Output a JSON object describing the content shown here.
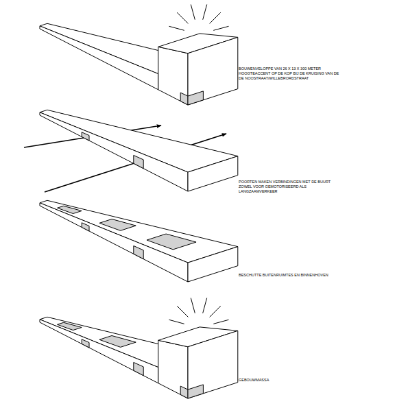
{
  "diagram": {
    "labels": [
      "BOUWENVELOPPE VAN 26 X 13 X 300 METER HOOGTEACCENT OP DE KOP BIJ DE KRUISING VAN DE DE NOOSTRAAT/WILLEBRORDSTRAAT",
      "POORTEN MAKEN VERBINDINGEN MET DE BUURT ZOWEL VOOR GEMOTORISEERD ALS LANGZAAMVERKEER",
      "BESCHUTTE BUITENRUIMTES EN BINNENHOVEN",
      "GEBOUWMASSA"
    ]
  }
}
